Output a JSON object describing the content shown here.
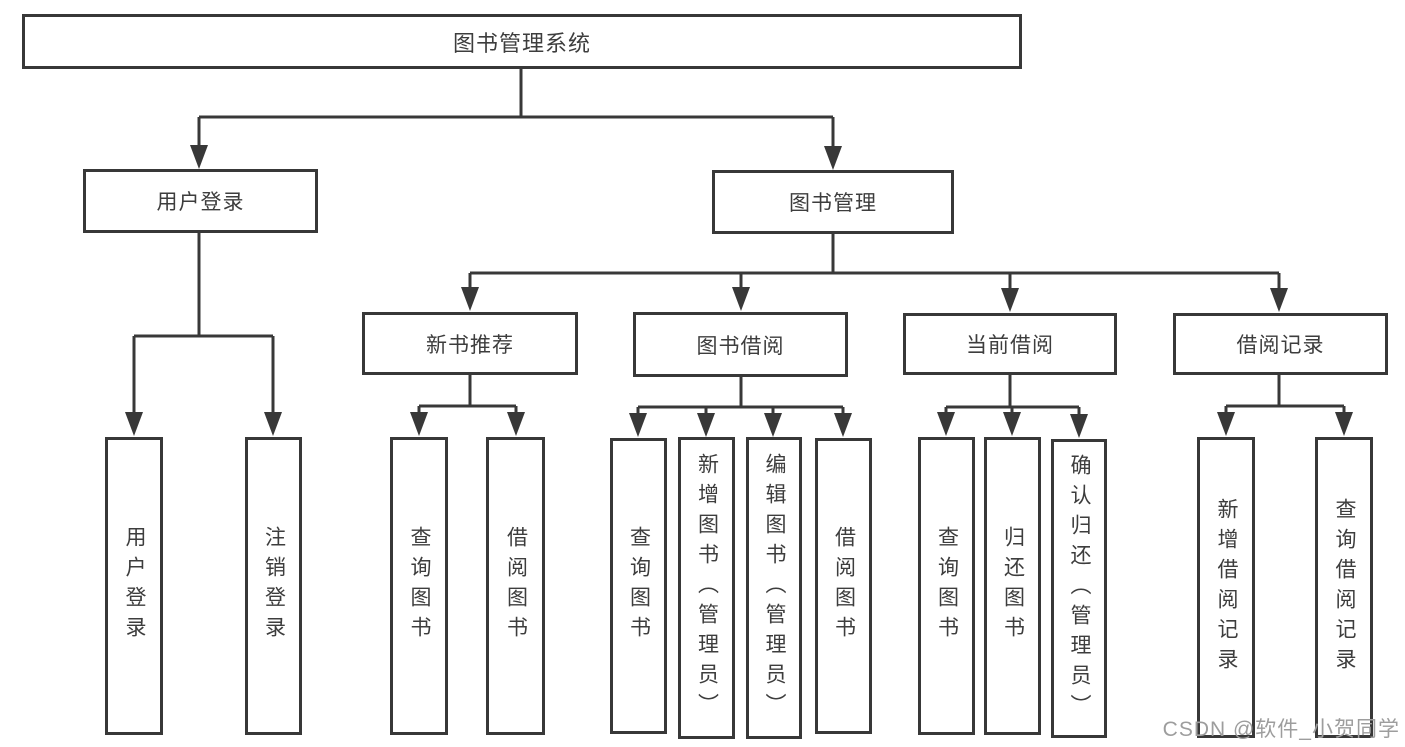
{
  "tree": {
    "label": "图书管理系统",
    "children": [
      {
        "label": "用户登录",
        "children": [
          {
            "label": "用户登录"
          },
          {
            "label": "注销登录"
          }
        ]
      },
      {
        "label": "图书管理",
        "children": [
          {
            "label": "新书推荐",
            "children": [
              {
                "label": "查询图书"
              },
              {
                "label": "借阅图书"
              }
            ]
          },
          {
            "label": "图书借阅",
            "children": [
              {
                "label": "查询图书"
              },
              {
                "label": "新增图书（管理员）"
              },
              {
                "label": "编辑图书（管理员）"
              },
              {
                "label": "借阅图书"
              }
            ]
          },
          {
            "label": "当前借阅",
            "children": [
              {
                "label": "查询图书"
              },
              {
                "label": "归还图书"
              },
              {
                "label": "确认归还（管理员）"
              }
            ]
          },
          {
            "label": "借阅记录",
            "children": [
              {
                "label": "新增借阅记录"
              },
              {
                "label": "查询借阅记录"
              }
            ]
          }
        ]
      }
    ]
  },
  "watermark": {
    "text": "CSDN @软件_小贺同学",
    "color": "#9d9d9d"
  },
  "colors": {
    "line": "#383838",
    "text": "#3d3d3d",
    "background": "#ffffff"
  }
}
